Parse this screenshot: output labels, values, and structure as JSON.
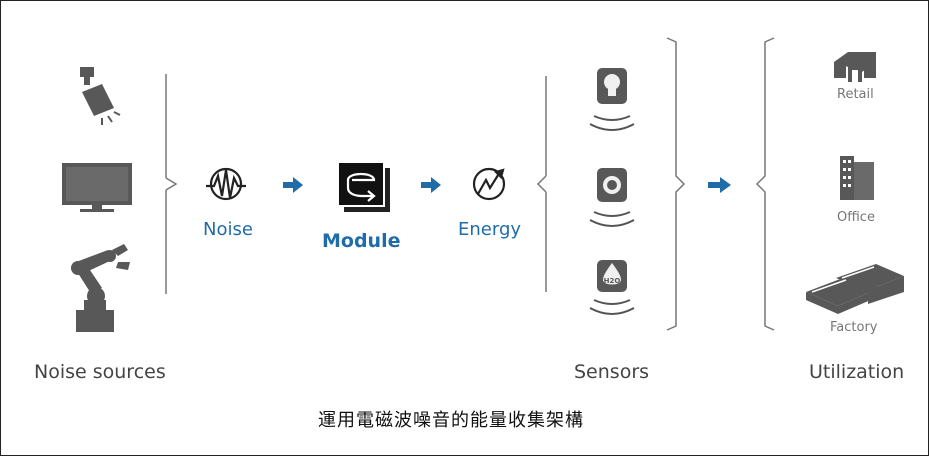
{
  "diagram": {
    "nodes": {
      "noise": "Noise",
      "module": "Module",
      "energy": "Energy"
    },
    "sources": {
      "label": "Noise sources"
    },
    "sensors": {
      "label": "Sensors"
    },
    "utilization": {
      "label": "Utilization",
      "items": [
        "Retail",
        "Office",
        "Factory"
      ]
    },
    "caption": "運用電磁波噪音的能量收集架構",
    "colors": {
      "accent": "#1f6ca8",
      "icon": "#555555"
    },
    "icons": [
      "spotlight-icon",
      "tv-icon",
      "robot-arm-icon",
      "noise-wave-icon",
      "module-icon",
      "energy-icon",
      "bulb-sensor-icon",
      "camera-sensor-icon",
      "h2o-sensor-icon",
      "retail-icon",
      "office-icon",
      "factory-icon"
    ]
  }
}
